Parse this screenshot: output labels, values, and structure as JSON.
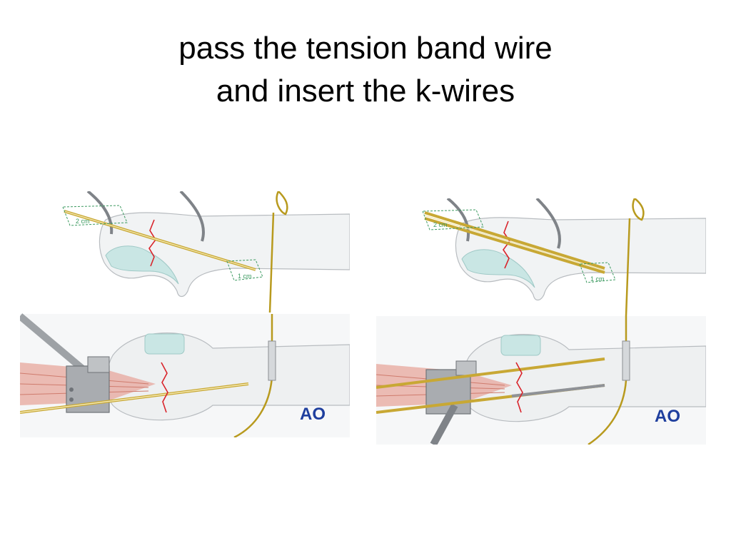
{
  "slide": {
    "title_line1": "pass the tension band wire",
    "title_line2": "and insert the k-wires"
  },
  "figures": [
    {
      "dim_top": "2 cm",
      "dim_bottom": "1 cm",
      "logo": "AO"
    },
    {
      "dim_top": "2 cm",
      "dim_bottom": "1 cm",
      "logo": "AO"
    }
  ],
  "colors": {
    "bone_fill": "#f1f3f4",
    "cartilage": "#c9e6e4",
    "fracture": "#d9242b",
    "kwire": "#c8a834",
    "dimension": "#3c9a60",
    "logo": "#1f3f9e",
    "retractor": "#a9acb0",
    "muscle": "#e7a79c"
  }
}
